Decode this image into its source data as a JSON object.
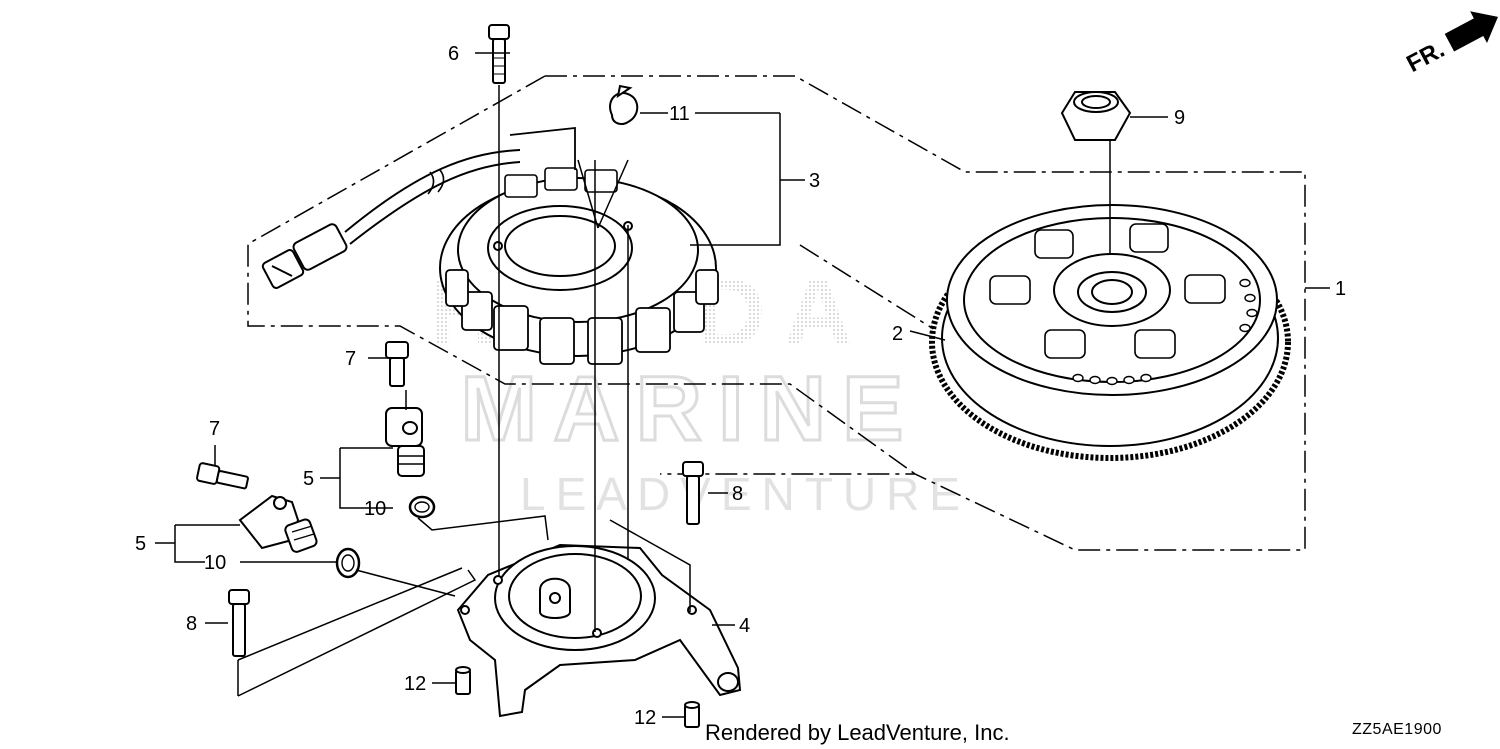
{
  "diagram": {
    "callouts": {
      "c1": "1",
      "c2": "2",
      "c3": "3",
      "c4": "4",
      "c5a": "5",
      "c5b": "5",
      "c6": "6",
      "c7a": "7",
      "c7b": "7",
      "c8a": "8",
      "c8b": "8",
      "c9": "9",
      "c10a": "10",
      "c10b": "10",
      "c11": "11",
      "c12a": "12",
      "c12b": "12"
    },
    "direction_label": "FR.",
    "diagram_code": "ZZ5AE1900",
    "render_credit": "Rendered by LeadVenture, Inc.",
    "watermark": {
      "brand_top": "HONDA",
      "brand_bottom": "MARINE",
      "company": "LEADVENTURE"
    }
  },
  "colors": {
    "line": "#000000",
    "watermark": "#d9d9d9",
    "background": "#ffffff"
  }
}
